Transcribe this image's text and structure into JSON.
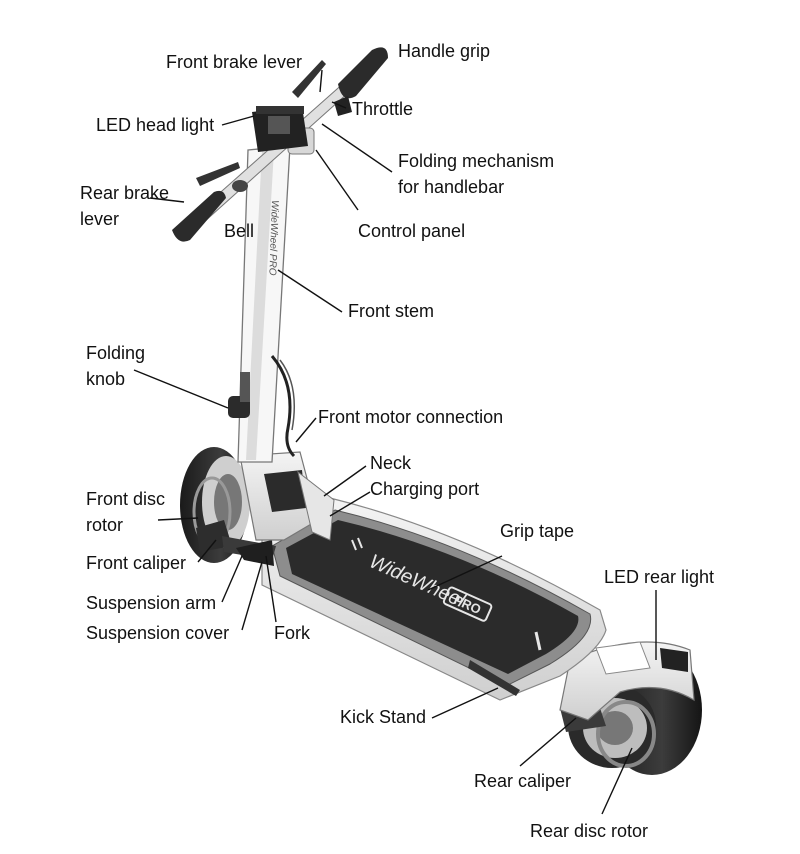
{
  "labels": {
    "handle_grip": "Handle grip",
    "front_brake_lever": "Front brake lever",
    "throttle": "Throttle",
    "led_head_light": "LED head light",
    "folding_mechanism": "Folding mechanism\nfor handlebar",
    "rear_brake_lever": "Rear brake\nlever",
    "bell": "Bell",
    "control_panel": "Control panel",
    "front_stem": "Front stem",
    "folding_knob": "Folding\nknob",
    "front_motor_connection": "Front motor connection",
    "neck": "Neck",
    "charging_port": "Charging port",
    "front_disc_rotor": "Front disc\nrotor",
    "grip_tape": "Grip tape",
    "front_caliper": "Front caliper",
    "led_rear_light": "LED rear light",
    "suspension_arm": "Suspension arm",
    "suspension_cover": "Suspension cover",
    "fork": "Fork",
    "kick_stand": "Kick Stand",
    "rear_caliper": "Rear caliper",
    "rear_disc_rotor": "Rear disc rotor"
  },
  "deck_brand": "WideWheel",
  "deck_badge": "PRO",
  "stem_text": "WideWheel PRO"
}
